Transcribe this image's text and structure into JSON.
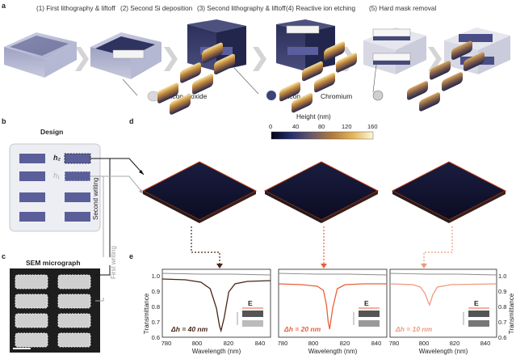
{
  "panel_labels": {
    "a": "a",
    "b": "b",
    "c": "c",
    "d": "d",
    "e": "e"
  },
  "process_steps": [
    "(1) First lithography & liftoff",
    "(2) Second Si deposition",
    "(3) Second lithography & liftoff",
    "(4) Reactive ion etching",
    "(5) Hard mask removal"
  ],
  "materials": {
    "silicon_dioxide": "Silicon dioxide",
    "silicon": "Silicon",
    "chromium": "Chromium"
  },
  "design": {
    "title": "Design",
    "h2": "h₂",
    "h1": "h₁",
    "second_writing": "Second writing",
    "first_writing": "First writing"
  },
  "sem": {
    "title": "SEM micrograph"
  },
  "colorbar": {
    "title": "Height (nm)",
    "ticks": [
      "0",
      "40",
      "80",
      "120",
      "160"
    ]
  },
  "colors": {
    "dark_curve": "#4a2416",
    "orange_curve": "#e8603a",
    "light_orange_curve": "#ee9a7e",
    "gray_curve": "#8a8a8a",
    "accent": "#e8603a"
  },
  "spectra": {
    "xlabel": "Wavelength (nm)",
    "ylabel": "Transmittance",
    "field_label": "E",
    "e_left": "E",
    "e_right": "E",
    "x_ticks": [
      "780",
      "800",
      "820",
      "840"
    ],
    "y_ticks": [
      "0.6",
      "0.7",
      "0.8",
      "0.9",
      "1.0"
    ],
    "y_ticks_right": [
      "0.6",
      "0.7",
      "0.8",
      "0.9",
      "1.0"
    ],
    "annotations": [
      "Δh = 40 nm",
      "Δh = 20 nm",
      "Δh = 10 nm"
    ]
  },
  "chart_data": [
    {
      "type": "line",
      "xlabel": "Wavelength (nm)",
      "ylabel": "Transmittance",
      "xlim": [
        775,
        845
      ],
      "ylim": [
        0.6,
        1.02
      ],
      "annotation": "Δh = 40 nm",
      "series": [
        {
          "x": [
            775,
            790,
            800,
            806,
            810,
            812,
            813,
            815,
            818,
            822,
            830,
            845
          ],
          "y": [
            0.96,
            0.955,
            0.94,
            0.9,
            0.78,
            0.67,
            0.64,
            0.72,
            0.88,
            0.93,
            0.945,
            0.95
          ]
        },
        {
          "x": [
            775,
            800,
            820,
            845
          ],
          "y": [
            0.995,
            0.99,
            0.99,
            0.985
          ]
        }
      ]
    },
    {
      "type": "line",
      "xlabel": "Wavelength (nm)",
      "ylabel": "Transmittance",
      "xlim": [
        775,
        845
      ],
      "ylim": [
        0.6,
        1.02
      ],
      "annotation": "Δh = 20 nm",
      "series": [
        {
          "x": [
            775,
            790,
            800,
            804,
            806,
            807,
            808,
            810,
            813,
            818,
            830,
            845
          ],
          "y": [
            0.93,
            0.925,
            0.915,
            0.89,
            0.8,
            0.7,
            0.65,
            0.78,
            0.9,
            0.925,
            0.93,
            0.93
          ]
        },
        {
          "x": [
            775,
            800,
            820,
            845
          ],
          "y": [
            0.995,
            0.99,
            0.99,
            0.985
          ]
        }
      ]
    },
    {
      "type": "line",
      "xlabel": "Wavelength (nm)",
      "ylabel": "Transmittance",
      "xlim": [
        775,
        845
      ],
      "ylim": [
        0.6,
        1.02
      ],
      "annotation": "Δh = 10 nm",
      "series": [
        {
          "x": [
            775,
            790,
            795,
            798,
            800,
            801,
            803,
            806,
            815,
            845
          ],
          "y": [
            0.93,
            0.925,
            0.91,
            0.87,
            0.82,
            0.8,
            0.86,
            0.91,
            0.925,
            0.93
          ]
        },
        {
          "x": [
            775,
            800,
            820,
            845
          ],
          "y": [
            0.995,
            0.99,
            0.99,
            0.985
          ]
        }
      ]
    }
  ]
}
